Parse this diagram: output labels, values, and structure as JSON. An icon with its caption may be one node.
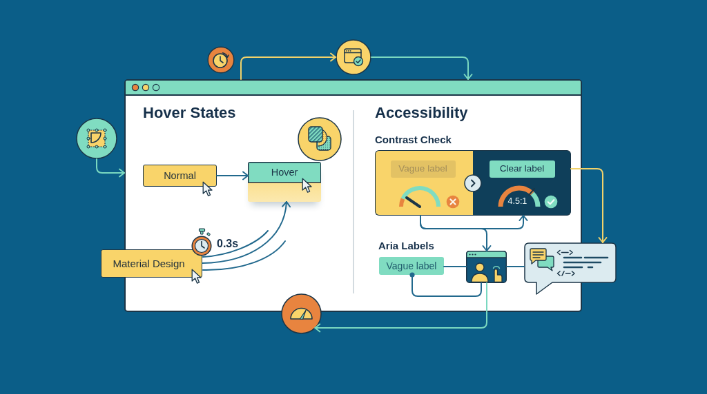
{
  "diagram": {
    "nodes": [
      {
        "text": [],
        "shape": "circle"
      },
      {
        "text": [],
        "shape": "window"
      },
      {
        "text": [],
        "shape": "circle"
      },
      {
        "text": [
          "Normal"
        ],
        "in": 1
      },
      {
        "text": [
          "Hover"
        ],
        "in": 1
      },
      {
        "text": [],
        "shape": "box",
        "in": 1
      },
      {
        "text": [
          "Vague label"
        ],
        "in": 5
      },
      {
        "text": [],
        "shape": "box",
        "in": 1
      },
      {
        "text": [
          "Clear label"
        ],
        "in": 7
      },
      {
        "text": [
          "Material Design"
        ],
        "in": 1,
        "beside": [
          "0.3s"
        ]
      },
      {
        "text": [
          "Vague label"
        ],
        "in": 1
      },
      {
        "text": [],
        "shape": "picture",
        "in": 1
      },
      {
        "text": [],
        "shape": "bubble"
      },
      {
        "text": [],
        "shape": "circle"
      }
    ],
    "edges": [
      {
        "from": 1,
        "to": 0,
        "arrow": "to",
        "color": "#f2d26a"
      },
      {
        "from": 0,
        "to": 1,
        "arrow": "to",
        "color": "#7ad8c0"
      },
      {
        "from": 2,
        "to": 1,
        "arrow": "to",
        "color": "#7ad8c0"
      },
      {
        "from": 3,
        "to": 4,
        "arrow": "to"
      },
      {
        "from": 9,
        "to": 4,
        "arrow": "to"
      },
      {
        "from": 5,
        "to": 7,
        "arrow": "to"
      },
      {
        "from": 5,
        "to": 11,
        "arrow": "to"
      },
      {
        "from": 10,
        "to": 11,
        "arrow": "none"
      },
      {
        "from": 10,
        "to": 11,
        "arrow": "other"
      },
      {
        "from": 11,
        "to": 12,
        "arrow": "none"
      },
      {
        "from": 11,
        "to": 13,
        "arrow": "to",
        "color": "#7ad8c0"
      },
      {
        "from": 7,
        "to": 12,
        "arrow": "to",
        "color": "#f2d26a"
      }
    ],
    "labels": [
      "Hover States",
      "Accessibility",
      "Contrast Check",
      "4.5:1",
      "Aria Labels"
    ]
  }
}
